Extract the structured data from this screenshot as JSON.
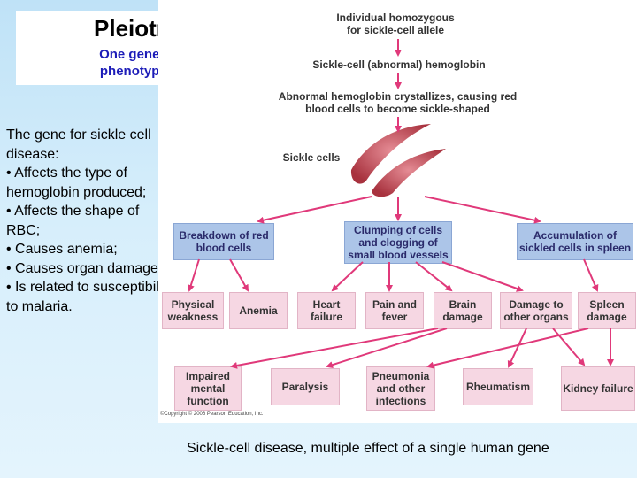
{
  "title_box": {
    "title": "Pleiotropy",
    "subtitle": "One gene influencing many phenotypic characteristics."
  },
  "body": {
    "intro": "The gene for sickle cell disease:",
    "bullets": [
      "• Affects the type of hemoglobin produced;",
      "• Affects the shape of RBC;",
      "• Causes anemia;",
      "• Causes organ damage;",
      "• Is related to susceptibility to malaria."
    ]
  },
  "diagram": {
    "step1": "Individual homozygous for sickle-cell allele",
    "step2": "Sickle-cell (abnormal) hemoglobin",
    "step3": "Abnormal hemoglobin crystallizes, causing red blood cells to become sickle-shaped",
    "step4": "Sickle cells",
    "level1": [
      "Breakdown of red blood cells",
      "Clumping of cells and clogging of small blood vessels",
      "Accumulation of sickled cells in spleen"
    ],
    "level2": [
      "Physical weakness",
      "Anemia",
      "Heart failure",
      "Pain and fever",
      "Brain damage",
      "Damage to other organs",
      "Spleen damage"
    ],
    "level3": [
      "Impaired mental function",
      "Paralysis",
      "Pneumonia and other infections",
      "Rheumatism",
      "Kidney failure"
    ],
    "copyright": "©Copyright © 2006 Pearson Education, Inc.",
    "colors": {
      "blue_box": "#acc5e8",
      "pink_box": "#f6d7e3",
      "arrow": "#e0397a"
    }
  },
  "caption": "Sickle-cell disease, multiple effect of a single human gene"
}
